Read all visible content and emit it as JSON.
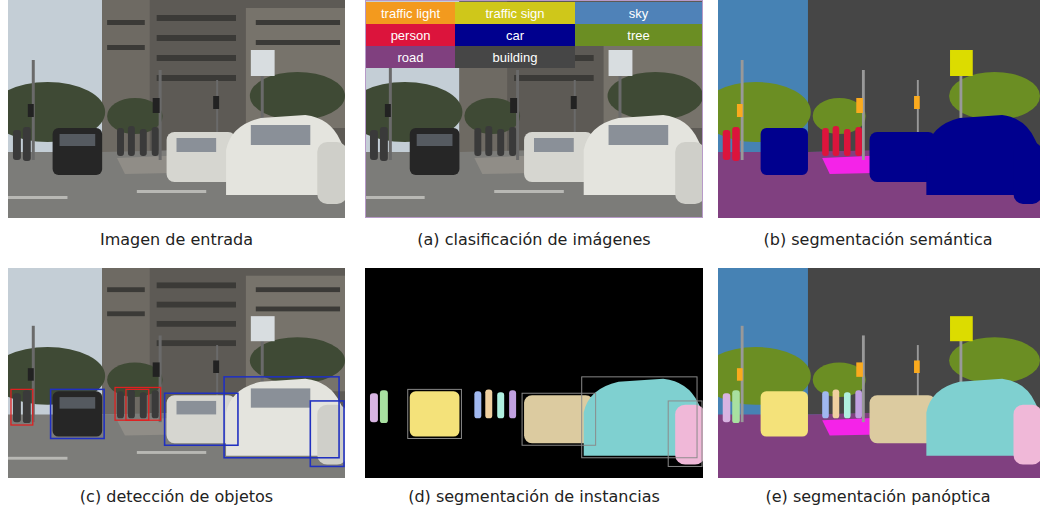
{
  "diagram": {
    "labels": [
      "Imagen de entrada",
      "(a) clasificación de imágenes",
      "(b) segmentación semántica",
      "(c) detección de objetos",
      "(d) segmentación de instancias",
      "(e) segmentación panóptica"
    ],
    "legend": [
      {
        "text": "traffic light",
        "color": "#f39a1e"
      },
      {
        "text": "traffic sign",
        "color": "#cfc71a"
      },
      {
        "text": "sky",
        "color": "#4f82b8"
      },
      {
        "text": "person",
        "color": "#dc143c"
      },
      {
        "text": "car",
        "color": "#00008e"
      },
      {
        "text": "tree",
        "color": "#6b8e23"
      },
      {
        "text": "road",
        "color": "#80407f"
      },
      {
        "text": "building",
        "color": "#464646"
      }
    ]
  }
}
